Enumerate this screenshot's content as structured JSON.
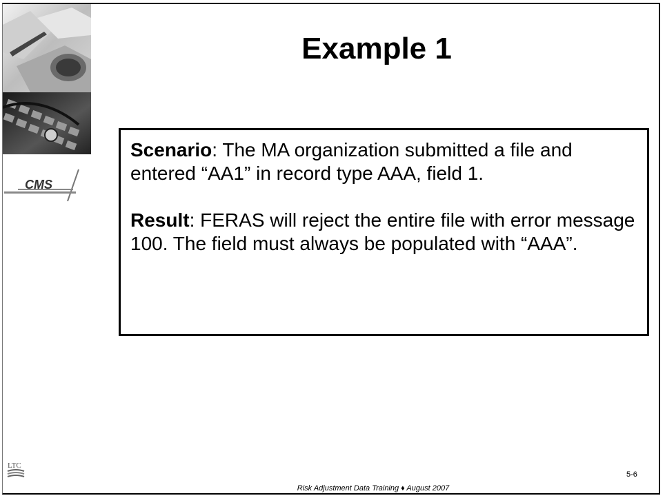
{
  "slide": {
    "title": "Example 1",
    "scenario_label": "Scenario",
    "scenario_text": ": The MA organization submitted a file and entered “AA1” in record type AAA, field 1.",
    "result_label": "Result",
    "result_text": ": FERAS will reject the entire file with error message 100. The field must always be populated with “AAA”.",
    "footer": "Risk Adjustment Data Training ♦ August 2007",
    "page_number": "5-6"
  },
  "logos": {
    "cms": "CMS",
    "ltc": "LTC"
  },
  "colors": {
    "text": "#000000",
    "background": "#ffffff",
    "border": "#000000"
  }
}
